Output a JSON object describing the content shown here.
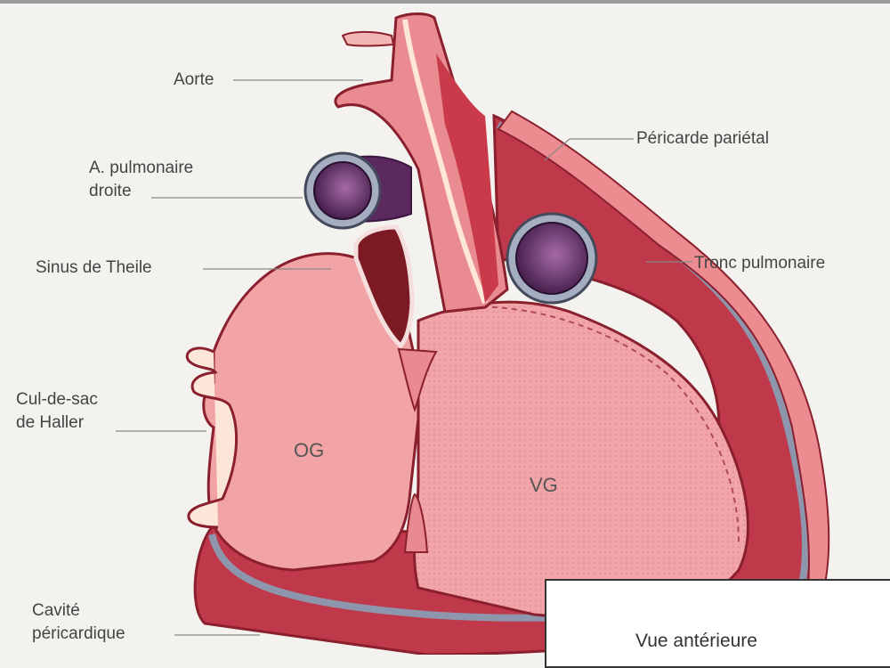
{
  "labels": {
    "aorte": "Aorte",
    "arteria_pulmonaire": "A. pulmonaire\ndroite",
    "sinus": "Sinus de Theile",
    "cul_de_sac": "Cul-de-sac\nde Haller",
    "cavite": "Cavité\npéricardique",
    "pericarde": "Péricarde pariétal",
    "tronc": "Tronc pulmonaire",
    "og": "OG",
    "vg": "VG"
  },
  "view_caption": "Vue antérieure",
  "colors": {
    "tissue_light": "#f0a0a0",
    "tissue_mid": "#e57f84",
    "tissue_dark": "#c0394a",
    "vessel_purple": "#5a2a5f",
    "vessel_ring": "#9aa3b5",
    "outline": "#8a1f2d"
  }
}
